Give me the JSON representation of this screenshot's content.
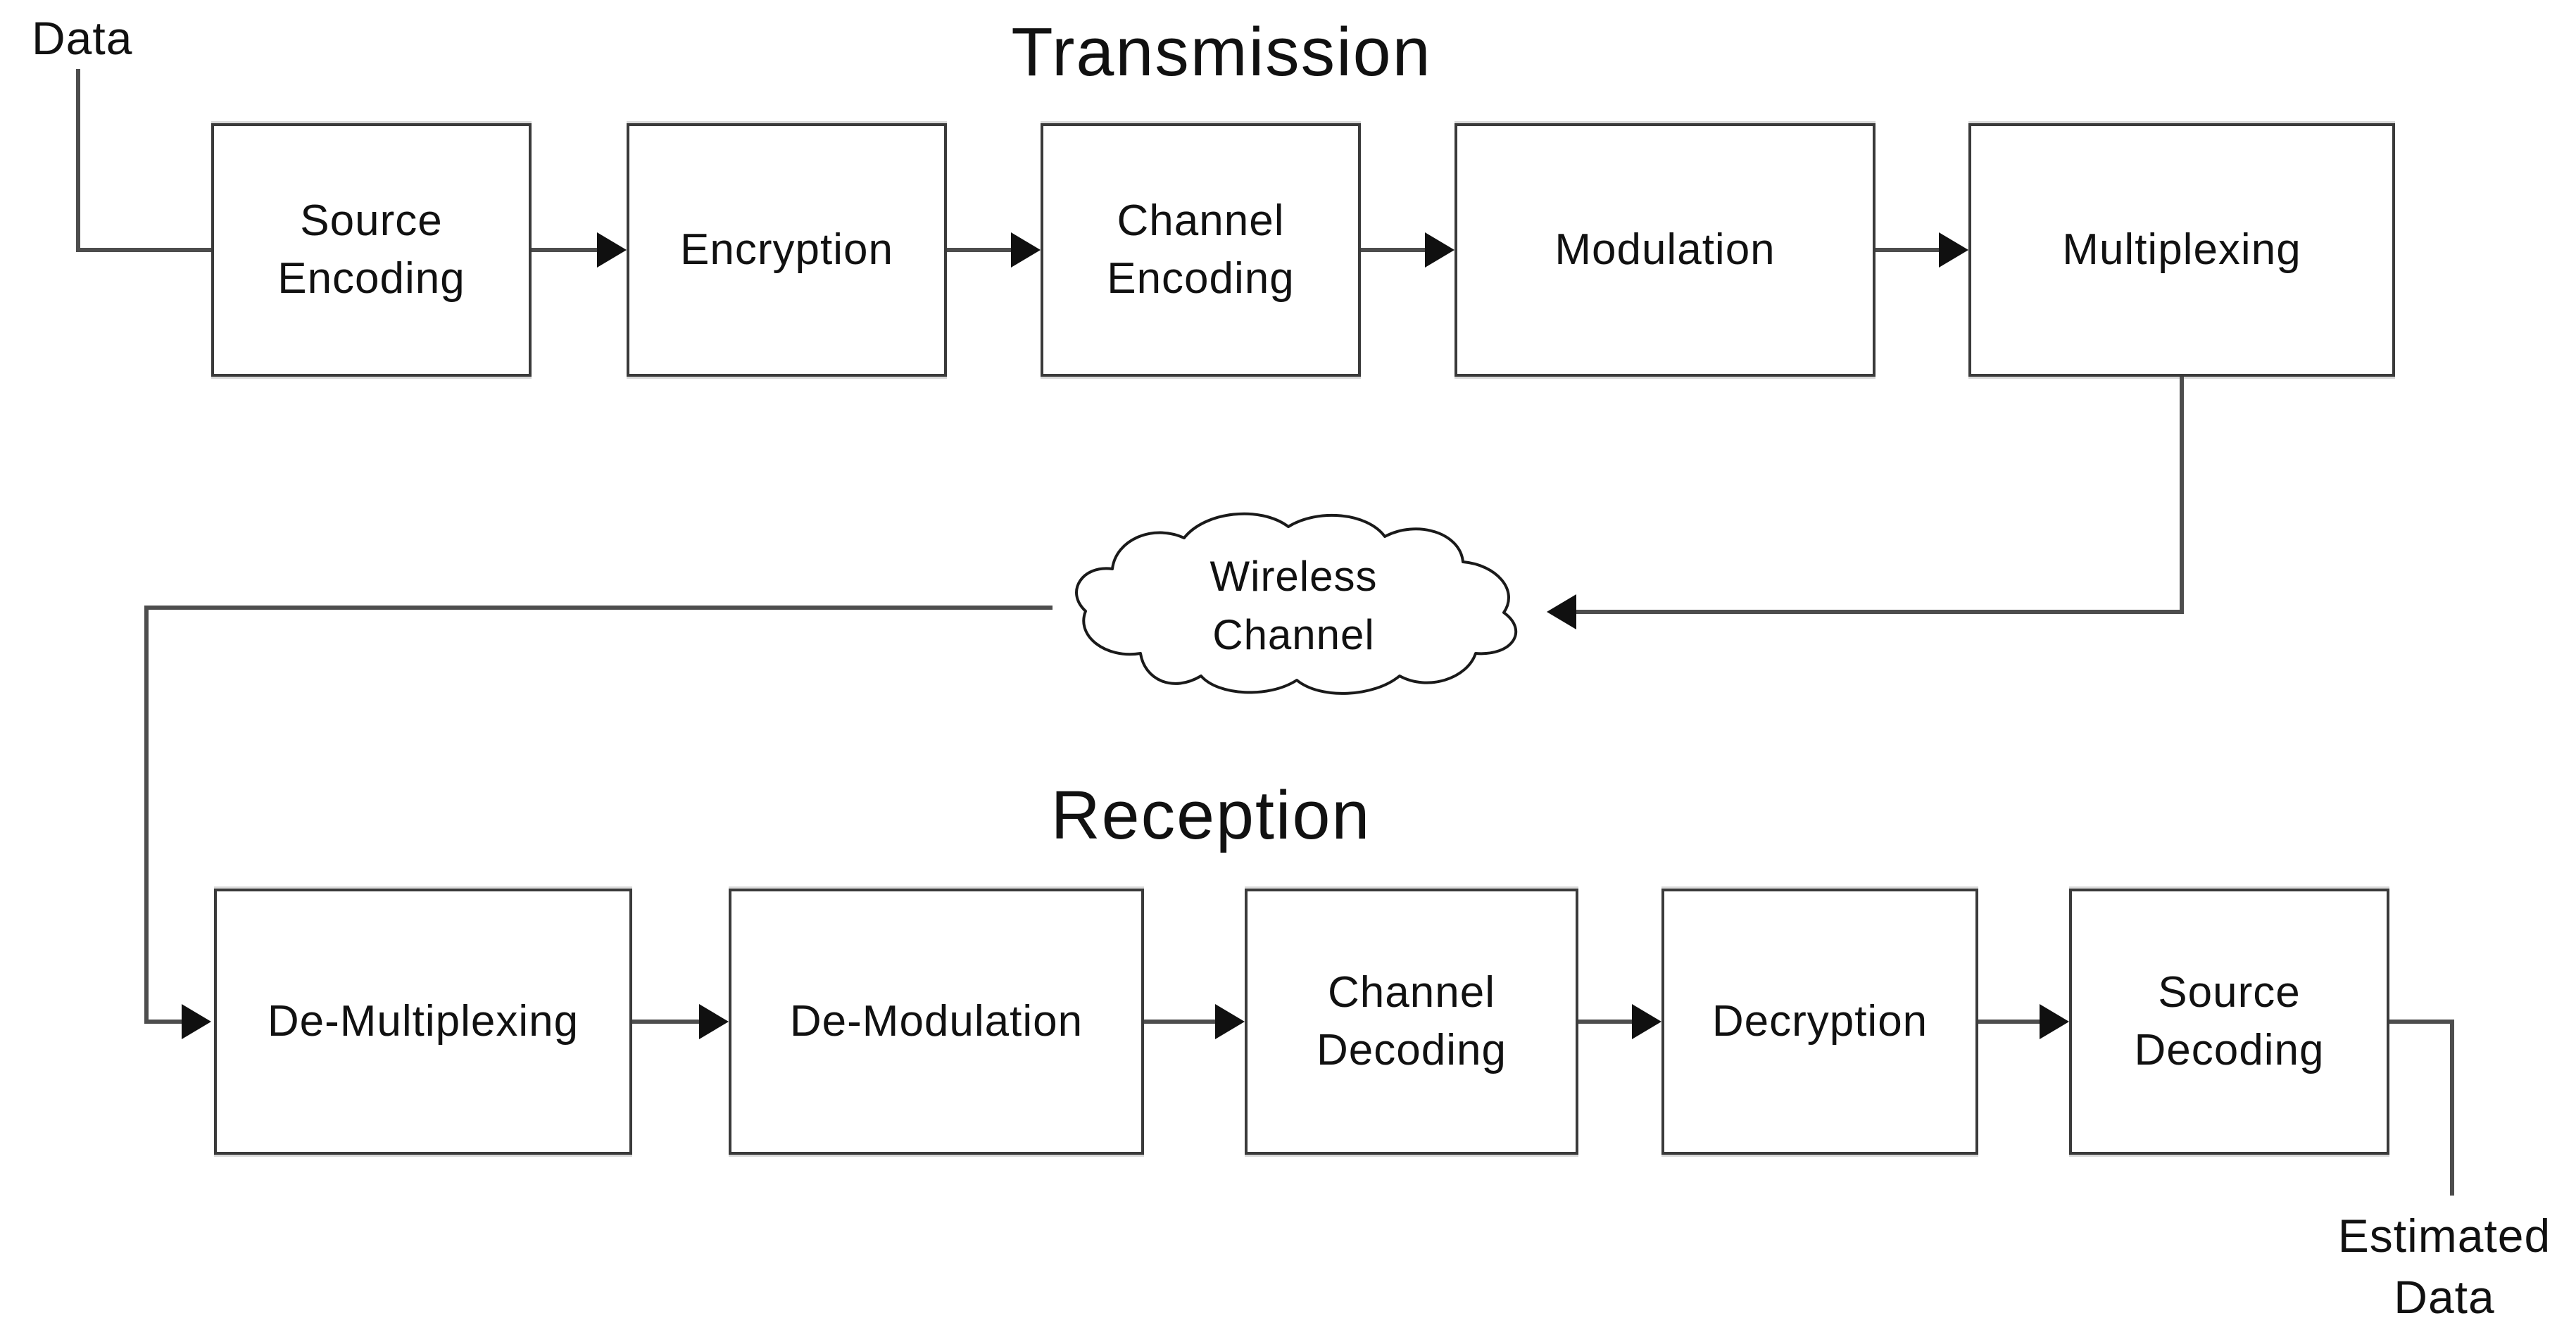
{
  "diagram": {
    "input_label": "Data",
    "transmission": {
      "title": "Transmission",
      "blocks": [
        {
          "label": "Source Encoding"
        },
        {
          "label": "Encryption"
        },
        {
          "label": "Channel Encoding"
        },
        {
          "label": "Modulation"
        },
        {
          "label": "Multiplexing"
        }
      ]
    },
    "channel": {
      "line1": "Wireless",
      "line2": "Channel"
    },
    "reception": {
      "title": "Reception",
      "blocks": [
        {
          "label": "De-Multiplexing"
        },
        {
          "label": "De-Modulation"
        },
        {
          "label": "Channel Decoding"
        },
        {
          "label": "Decryption"
        },
        {
          "label": "Source Decoding"
        }
      ]
    },
    "output_label": {
      "line1": "Estimated",
      "line2": "Data"
    },
    "colors": {
      "background": "#ffffff",
      "box_border": "#3a3a3a",
      "line": "#4d4d4d",
      "arrowhead": "#101010",
      "text": "#111111"
    }
  }
}
